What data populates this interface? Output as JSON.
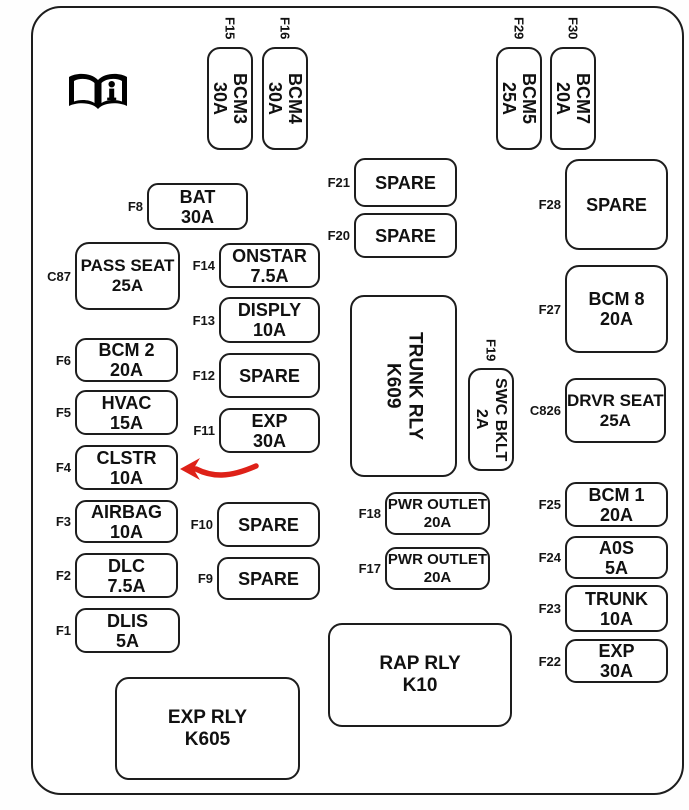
{
  "diagram": {
    "type": "fuse-box-diagram",
    "line_color": "#1d1d1d",
    "background": "#ffffff",
    "icon": "owners-manual-book-icon",
    "annotation": {
      "type": "hand-drawn-arrow",
      "color": "#de2118",
      "points_to": "F4 CLSTR 10A"
    }
  },
  "fuses": {
    "f15": {
      "id": "F15",
      "line1": "BCM3",
      "line2": "30A"
    },
    "f16": {
      "id": "F16",
      "line1": "BCM4",
      "line2": "30A"
    },
    "f29": {
      "id": "F29",
      "line1": "BCM5",
      "line2": "25A"
    },
    "f30": {
      "id": "F30",
      "line1": "BCM7",
      "line2": "20A"
    },
    "f8": {
      "id": "F8",
      "line1": "BAT",
      "line2": "30A"
    },
    "c87": {
      "id": "C87",
      "line1": "PASS SEAT",
      "line2": "25A"
    },
    "f14": {
      "id": "F14",
      "line1": "ONSTAR",
      "line2": "7.5A"
    },
    "f13": {
      "id": "F13",
      "line1": "DISPLY",
      "line2": "10A"
    },
    "f6": {
      "id": "F6",
      "line1": "BCM 2",
      "line2": "20A"
    },
    "f12": {
      "id": "F12",
      "line1": "SPARE"
    },
    "f5": {
      "id": "F5",
      "line1": "HVAC",
      "line2": "15A"
    },
    "f11": {
      "id": "F11",
      "line1": "EXP",
      "line2": "30A"
    },
    "f4": {
      "id": "F4",
      "line1": "CLSTR",
      "line2": "10A"
    },
    "f3": {
      "id": "F3",
      "line1": "AIRBAG",
      "line2": "10A"
    },
    "f10": {
      "id": "F10",
      "line1": "SPARE"
    },
    "f2": {
      "id": "F2",
      "line1": "DLC",
      "line2": "7.5A"
    },
    "f9": {
      "id": "F9",
      "line1": "SPARE"
    },
    "f1": {
      "id": "F1",
      "line1": "DLIS",
      "line2": "5A"
    },
    "f21": {
      "id": "F21",
      "line1": "SPARE"
    },
    "f20": {
      "id": "F20",
      "line1": "SPARE"
    },
    "k609": {
      "line1": "TRUNK RLY",
      "line2": "K609"
    },
    "f19": {
      "id": "F19",
      "line1": "SWC BKLT",
      "line2": "2A"
    },
    "f18": {
      "id": "F18",
      "line1": "PWR OUTLET",
      "line2": "20A"
    },
    "f17": {
      "id": "F17",
      "line1": "PWR OUTLET",
      "line2": "20A"
    },
    "k10": {
      "line1": "RAP RLY",
      "line2": "K10"
    },
    "k605": {
      "line1": "EXP RLY",
      "line2": "K605"
    },
    "f28": {
      "id": "F28",
      "line1": "SPARE"
    },
    "f27": {
      "id": "F27",
      "line1": "BCM 8",
      "line2": "20A"
    },
    "c826": {
      "id": "C826",
      "line1": "DRVR SEAT",
      "line2": "25A"
    },
    "f25": {
      "id": "F25",
      "line1": "BCM 1",
      "line2": "20A"
    },
    "f24": {
      "id": "F24",
      "line1": "A0S",
      "line2": "5A"
    },
    "f23": {
      "id": "F23",
      "line1": "TRUNK",
      "line2": "10A"
    },
    "f22": {
      "id": "F22",
      "line1": "EXP",
      "line2": "30A"
    }
  }
}
